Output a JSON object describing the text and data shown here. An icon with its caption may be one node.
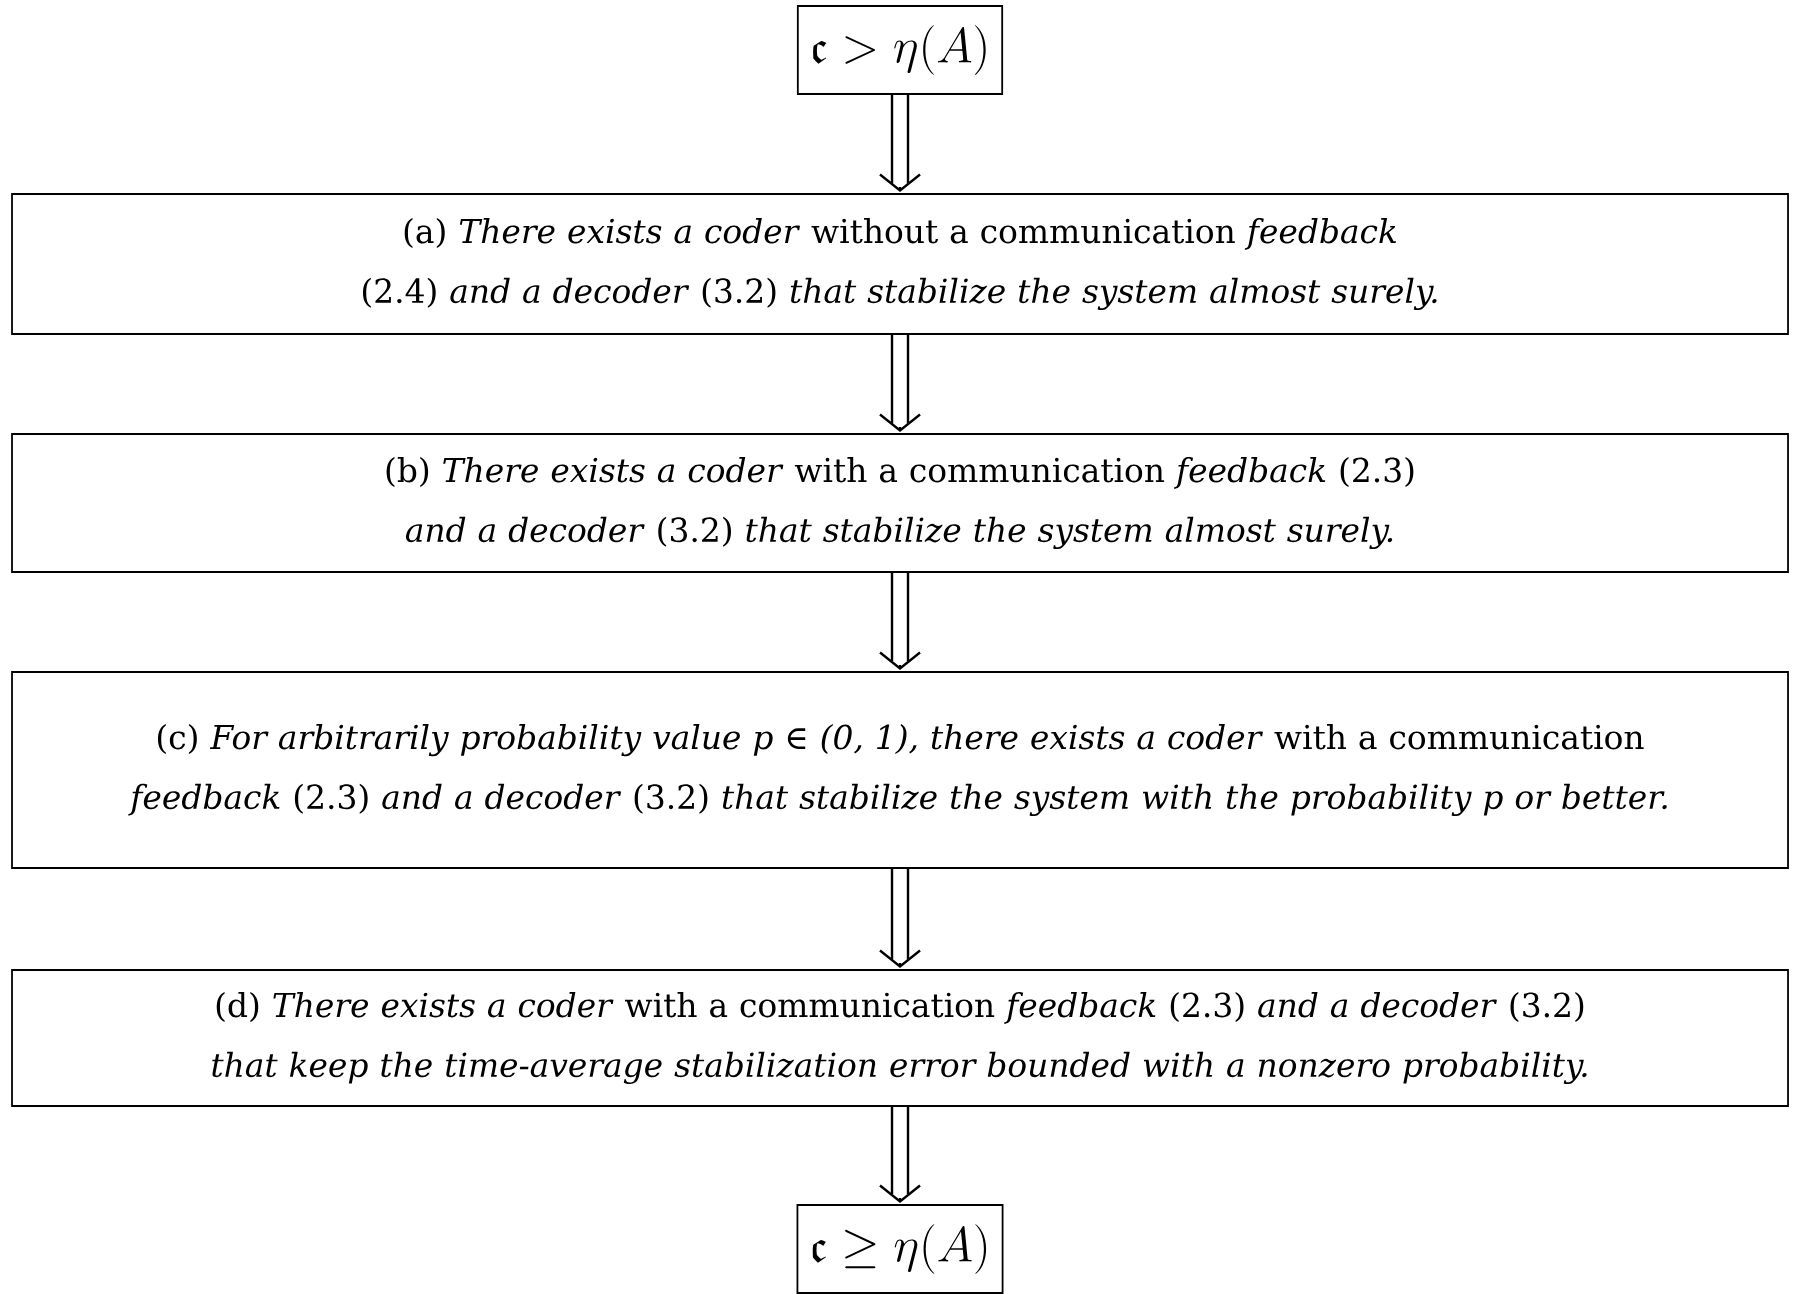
{
  "diagram": {
    "nodes": [
      {
        "text": [
          "\\mathfrak{c} > \\eta(A)"
        ]
      },
      {
        "text": [
          "(a) *There exists a coder* without a communication *feedback* (2.4) *and a decoder* (3.2) *that stabilize the system almost surely.*"
        ]
      },
      {
        "text": [
          "(b) *There exists a coder* with a communication *feedback* (2.3) *and a decoder* (3.2) *that stabilize the system almost surely.*"
        ]
      },
      {
        "text": [
          "(c) *For arbitrarily probability value p ∈ (0, 1), there exists a coder* with a communication *feedback* (2.3) *and a decoder* (3.2) *that stabilize the system with the probability p or better.*"
        ]
      },
      {
        "text": [
          "(d) *There exists a coder* with a communication *feedback* (2.3) *and a decoder* (3.2) *that keep the time-average stabilization error bounded with a nonzero probability.*"
        ]
      },
      {
        "text": [
          "\\mathfrak{c} \\geq \\eta(A)"
        ]
      }
    ],
    "edges": [
      {
        "from": 0,
        "to": 1,
        "arrow": "to"
      },
      {
        "from": 1,
        "to": 2,
        "arrow": "to"
      },
      {
        "from": 2,
        "to": 3,
        "arrow": "to"
      },
      {
        "from": 3,
        "to": 4,
        "arrow": "to"
      },
      {
        "from": 4,
        "to": 5,
        "arrow": "to"
      }
    ]
  }
}
